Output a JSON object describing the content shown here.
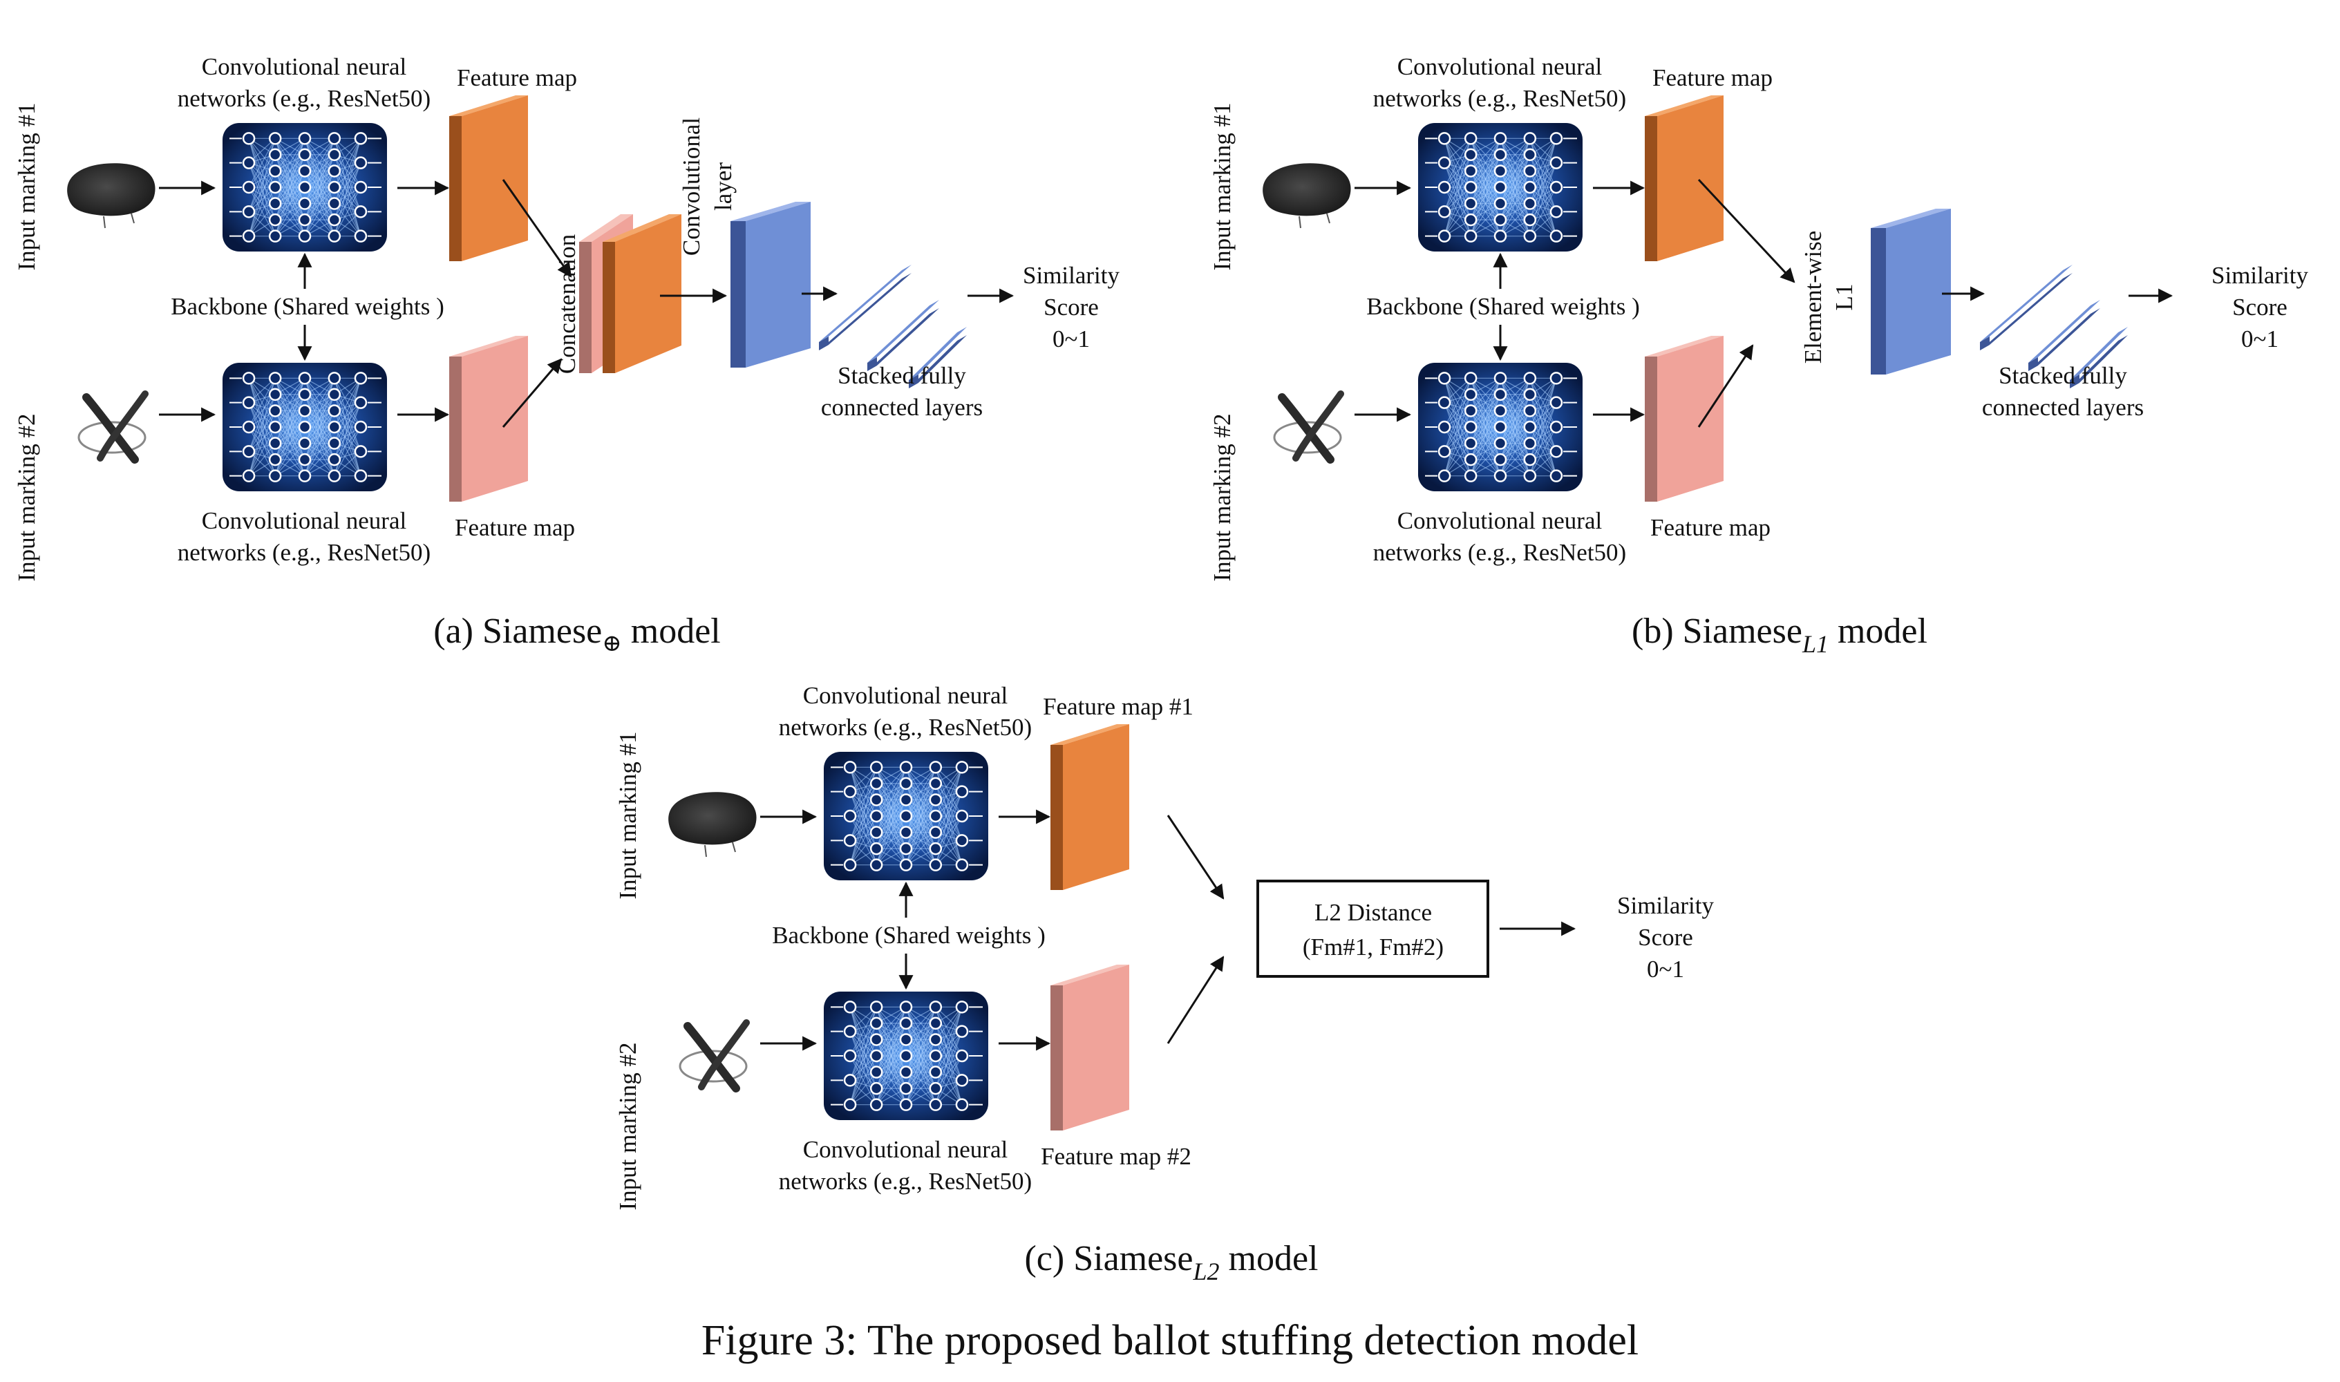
{
  "panels": [
    {
      "id": "a",
      "input1_label": "Input marking #1",
      "input2_label": "Input marking #2",
      "cnn_top": [
        "Convolutional neural",
        "networks (e.g., ResNet50)"
      ],
      "cnn_bottom": [
        "Convolutional neural",
        "networks (e.g., ResNet50)"
      ],
      "backbone": "Backbone (Shared weights )",
      "fm_top": "Feature map",
      "fm_bottom": "Feature map",
      "concat": "Concatenation",
      "conv_layer": [
        "Convolutional",
        "layer"
      ],
      "fc": [
        "Stacked fully",
        "connected layers"
      ],
      "output": [
        "Similarity",
        "Score",
        "0~1"
      ],
      "caption_prefix": "(a) Siamese",
      "caption_sub": "⊕",
      "caption_suffix": " model"
    },
    {
      "id": "b",
      "input1_label": "Input marking #1",
      "input2_label": "Input marking #2",
      "cnn_top": [
        "Convolutional neural",
        "networks (e.g., ResNet50)"
      ],
      "cnn_bottom": [
        "Convolutional neural",
        "networks (e.g., ResNet50)"
      ],
      "backbone": "Backbone (Shared weights )",
      "fm_top": "Feature map",
      "fm_bottom": "Feature map",
      "elementwise": [
        "Element-wise",
        "L1"
      ],
      "fc": [
        "Stacked fully",
        "connected layers"
      ],
      "output": [
        "Similarity",
        "Score",
        "0~1"
      ],
      "caption_prefix": "(b) Siamese",
      "caption_sub": "L1",
      "caption_suffix": " model"
    },
    {
      "id": "c",
      "input1_label": "Input marking #1",
      "input2_label": "Input marking #2",
      "cnn_top": [
        "Convolutional neural",
        "networks (e.g., ResNet50)"
      ],
      "cnn_bottom": [
        "Convolutional neural",
        "networks (e.g., ResNet50)"
      ],
      "backbone": "Backbone (Shared weights )",
      "fm_top": "Feature map #1",
      "fm_bottom": "Feature map #2",
      "distance": [
        "L2 Distance",
        "(Fm#1, Fm#2)"
      ],
      "output": [
        "Similarity",
        "Score",
        "0~1"
      ],
      "caption_prefix": "(c) Siamese",
      "caption_sub": "L2",
      "caption_suffix": " model"
    }
  ],
  "figure_caption": "Figure 3: The proposed ballot stuffing detection model",
  "colors": {
    "orange_front": "#e8843e",
    "orange_side": "#9a4f1c",
    "orange_top": "#f4a76a",
    "pink_front": "#f0a39a",
    "pink_side": "#a86f69",
    "pink_top": "#f6c2ba",
    "blue_front": "#6f8fd6",
    "blue_side": "#3c5597",
    "blue_top": "#9fb5ea",
    "cnn_bg": "#0d2a66",
    "cnn_glow": "#4f8fe8"
  },
  "icons": [
    "oval-blob-icon",
    "x-mark-icon",
    "neural-network-icon",
    "arrow-icon"
  ]
}
